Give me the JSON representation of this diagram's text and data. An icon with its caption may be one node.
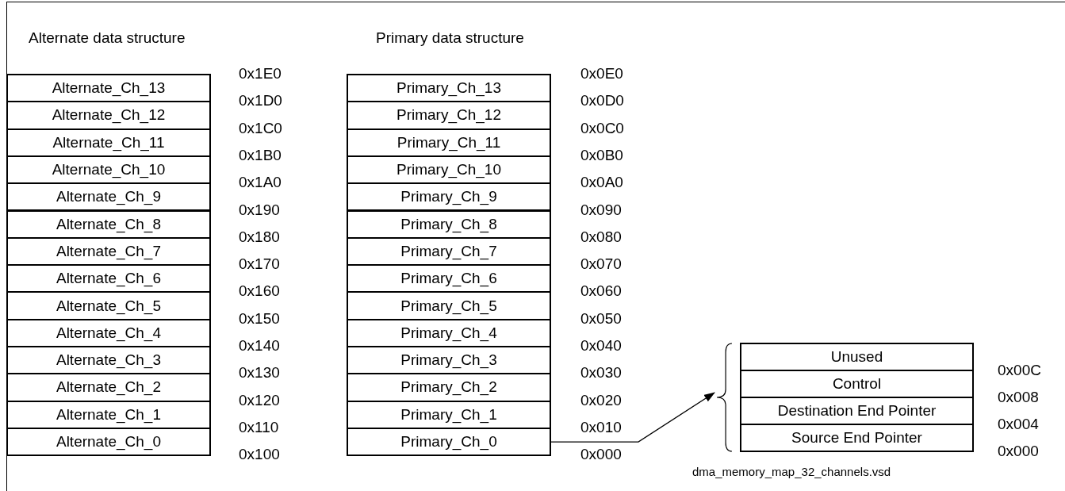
{
  "diagram": {
    "nodes": [
      {
        "text": [
          "Alternate_Ch_13"
        ]
      },
      {
        "text": [
          "Alternate_Ch_12"
        ]
      },
      {
        "text": [
          "Alternate_Ch_11"
        ]
      },
      {
        "text": [
          "Alternate_Ch_10"
        ]
      },
      {
        "text": [
          "Alternate_Ch_9"
        ]
      },
      {
        "text": [
          "Alternate_Ch_8"
        ]
      },
      {
        "text": [
          "Alternate_Ch_7"
        ]
      },
      {
        "text": [
          "Alternate_Ch_6"
        ]
      },
      {
        "text": [
          "Alternate_Ch_5"
        ]
      },
      {
        "text": [
          "Alternate_Ch_4"
        ]
      },
      {
        "text": [
          "Alternate_Ch_3"
        ]
      },
      {
        "text": [
          "Alternate_Ch_2"
        ]
      },
      {
        "text": [
          "Alternate_Ch_1"
        ]
      },
      {
        "text": [
          "Alternate_Ch_0"
        ]
      },
      {
        "text": [
          "Primary_Ch_13"
        ]
      },
      {
        "text": [
          "Primary_Ch_12"
        ]
      },
      {
        "text": [
          "Primary_Ch_11"
        ]
      },
      {
        "text": [
          "Primary_Ch_10"
        ]
      },
      {
        "text": [
          "Primary_Ch_9"
        ]
      },
      {
        "text": [
          "Primary_Ch_8"
        ]
      },
      {
        "text": [
          "Primary_Ch_7"
        ]
      },
      {
        "text": [
          "Primary_Ch_6"
        ]
      },
      {
        "text": [
          "Primary_Ch_5"
        ]
      },
      {
        "text": [
          "Primary_Ch_4"
        ]
      },
      {
        "text": [
          "Primary_Ch_3"
        ]
      },
      {
        "text": [
          "Primary_Ch_2"
        ]
      },
      {
        "text": [
          "Primary_Ch_1"
        ]
      },
      {
        "text": [
          "Primary_Ch_0"
        ]
      },
      {
        "text": [],
        "shape": "brace"
      },
      {
        "text": [
          "Unused"
        ]
      },
      {
        "text": [
          "Control"
        ]
      },
      {
        "text": [
          "Destination End Pointer"
        ]
      },
      {
        "text": [
          "Source End Pointer"
        ]
      }
    ],
    "edges": [
      {
        "from": 27,
        "to": 28,
        "arrow": "to"
      }
    ],
    "labels": [
      "Alternate data structure",
      "Primary data structure",
      "0x1E0",
      "0x1D0",
      "0x1C0",
      "0x1B0",
      "0x1A0",
      "0x190",
      "0x180",
      "0x170",
      "0x160",
      "0x150",
      "0x140",
      "0x130",
      "0x120",
      "0x110",
      "0x100",
      "0x0E0",
      "0x0D0",
      "0x0C0",
      "0x0B0",
      "0x0A0",
      "0x090",
      "0x080",
      "0x070",
      "0x060",
      "0x050",
      "0x040",
      "0x030",
      "0x020",
      "0x010",
      "0x000",
      "0x00C",
      "0x008",
      "0x004",
      "0x000",
      "dma_memory_map_32_channels.vsd"
    ]
  }
}
